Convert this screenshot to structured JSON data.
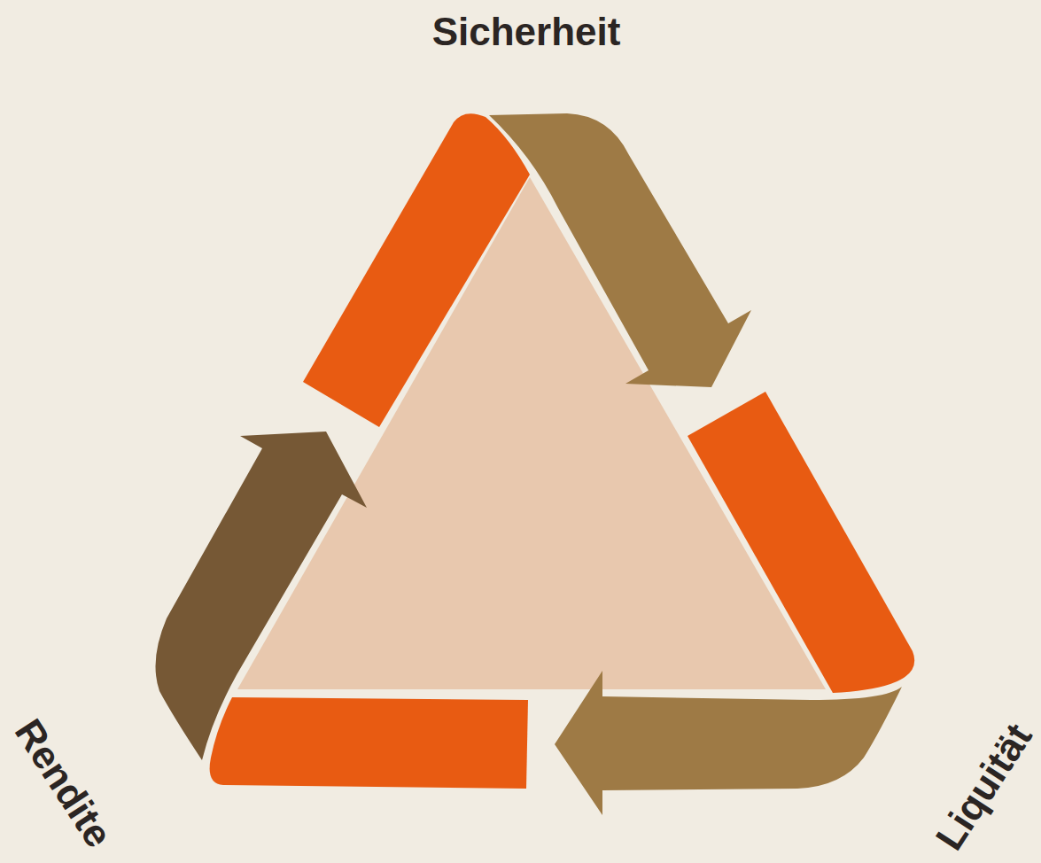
{
  "diagram": {
    "labels": [
      "Sicherheit",
      "Rendite",
      "Liquität"
    ]
  }
}
